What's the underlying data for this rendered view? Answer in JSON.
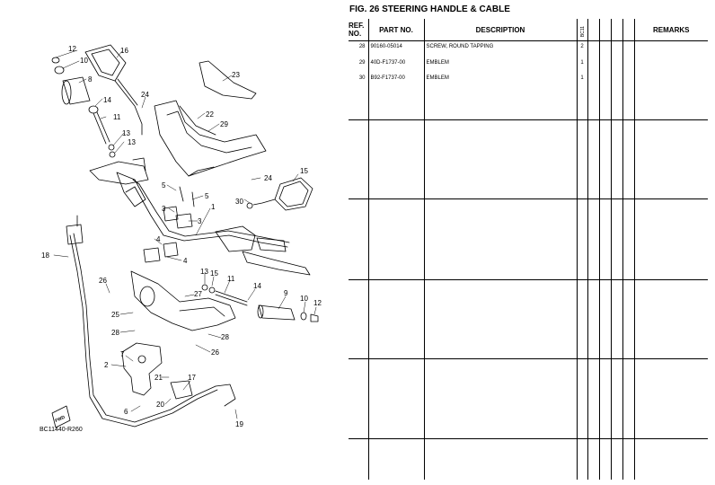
{
  "figure": {
    "title": "FIG. 26  STEERING HANDLE & CABLE",
    "drawing_code": "BC11440-R260",
    "fwd_label": "FWD"
  },
  "callouts": [
    "12",
    "16",
    "10",
    "8",
    "14",
    "24",
    "23",
    "11",
    "13",
    "13",
    "22",
    "29",
    "18",
    "5",
    "5",
    "3",
    "3",
    "4",
    "4",
    "1",
    "24",
    "15",
    "30",
    "13",
    "15",
    "11",
    "14",
    "9",
    "10",
    "12",
    "26",
    "27",
    "25",
    "28",
    "28",
    "26",
    "7",
    "2",
    "21",
    "17",
    "6",
    "20",
    "19"
  ],
  "table": {
    "headers": {
      "ref": "REF.",
      "no": "NO.",
      "part_no": "PART NO.",
      "description": "DESCRIPTION",
      "model_code": "BC11",
      "remarks": "REMARKS"
    },
    "rows": [
      {
        "ref": "28",
        "part_no": "90160-05014",
        "description": "SCREW, ROUND TAPPING",
        "qty": "2"
      },
      {
        "ref": "29",
        "part_no": "40D-F1737-00",
        "description": "EMBLEM",
        "qty": "1"
      },
      {
        "ref": "30",
        "part_no": "B92-F1737-00",
        "description": "EMBLEM",
        "qty": "1"
      }
    ]
  }
}
